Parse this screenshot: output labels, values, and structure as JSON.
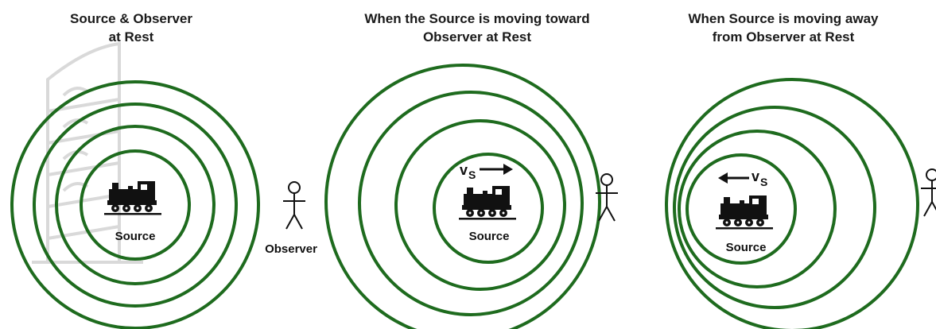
{
  "panels": [
    {
      "title_line1": "Source & Observer",
      "title_line2": "at Rest",
      "source_label": "Source",
      "observer_label": "Observer"
    },
    {
      "title_line1": "When the Source is moving toward",
      "title_line2": "Observer at Rest",
      "source_label": "Source",
      "velocity_symbol": "v",
      "velocity_subscript": "S"
    },
    {
      "title_line1": "When Source is moving away",
      "title_line2": "from Observer at Rest",
      "source_label": "Source",
      "velocity_symbol": "v",
      "velocity_subscript": "S"
    }
  ],
  "colors": {
    "wavefront": "#1e6b1e",
    "ink": "#111111",
    "watermark": "#cfcfcf"
  }
}
